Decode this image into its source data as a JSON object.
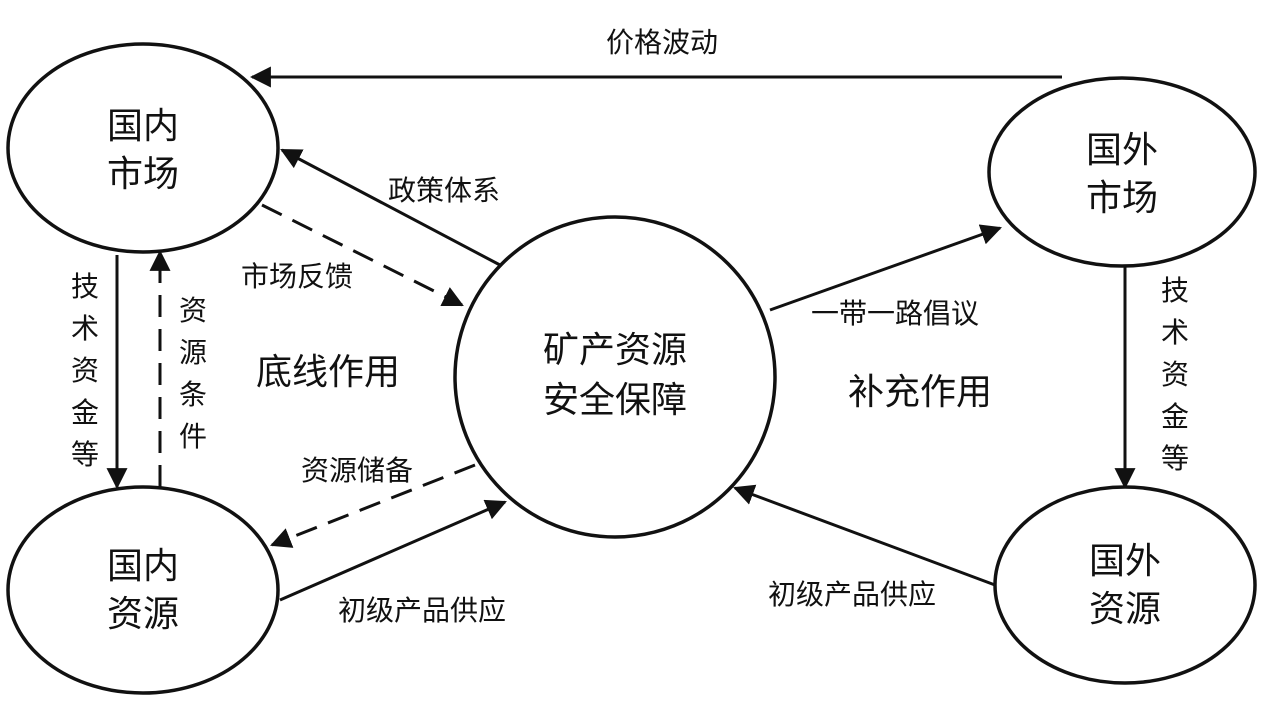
{
  "nodes": {
    "domestic_market": [
      "国内",
      "市场"
    ],
    "foreign_market": [
      "国外",
      "市场"
    ],
    "center": [
      "矿产资源",
      "安全保障"
    ],
    "domestic_resources": [
      "国内",
      "资源"
    ],
    "foreign_resources": [
      "国外",
      "资源"
    ]
  },
  "edges": {
    "price_fluctuation": "价格波动",
    "policy_system": "政策体系",
    "market_feedback": "市场反馈",
    "belt_road": "一带一路倡议",
    "resource_reserve": "资源储备",
    "primary_supply_domestic": "初级产品供应",
    "primary_supply_foreign": "初级产品供应",
    "tech_capital_left": [
      "技",
      "术",
      "资",
      "金",
      "等"
    ],
    "resource_conditions": [
      "资",
      "源",
      "条",
      "件"
    ],
    "tech_capital_right": [
      "技",
      "术",
      "资",
      "金",
      "等"
    ]
  },
  "regions": {
    "bottom_line": "底线作用",
    "supplement": "补充作用"
  }
}
